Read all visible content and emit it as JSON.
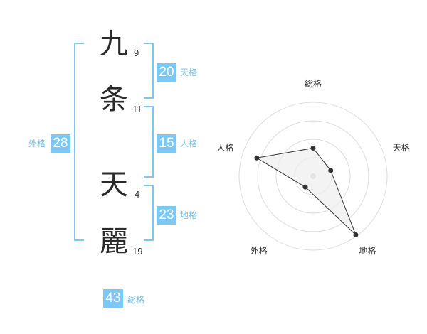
{
  "name": {
    "chars": [
      {
        "char": "九",
        "strokes": "9"
      },
      {
        "char": "条",
        "strokes": "11"
      },
      {
        "char": "天",
        "strokes": "4"
      },
      {
        "char": "麗",
        "strokes": "19"
      }
    ]
  },
  "scores": {
    "ten": {
      "value": "20",
      "label": "天格"
    },
    "jin": {
      "value": "15",
      "label": "人格"
    },
    "chi": {
      "value": "23",
      "label": "地格"
    },
    "gai": {
      "value": "28",
      "label": "外格"
    },
    "sou": {
      "value": "43",
      "label": "総格"
    }
  },
  "chart_data": {
    "type": "radar",
    "axes": [
      "総格",
      "天格",
      "地格",
      "外格",
      "人格"
    ],
    "values": [
      0.38,
      0.25,
      0.98,
      0.18,
      0.8
    ],
    "colors": {
      "fill": "#eeeeee",
      "line": "#333333",
      "grid": "#dddddd",
      "center": "#cccccc"
    }
  },
  "colors": {
    "accent": "#7cc7f3",
    "label": "#72bde8"
  }
}
